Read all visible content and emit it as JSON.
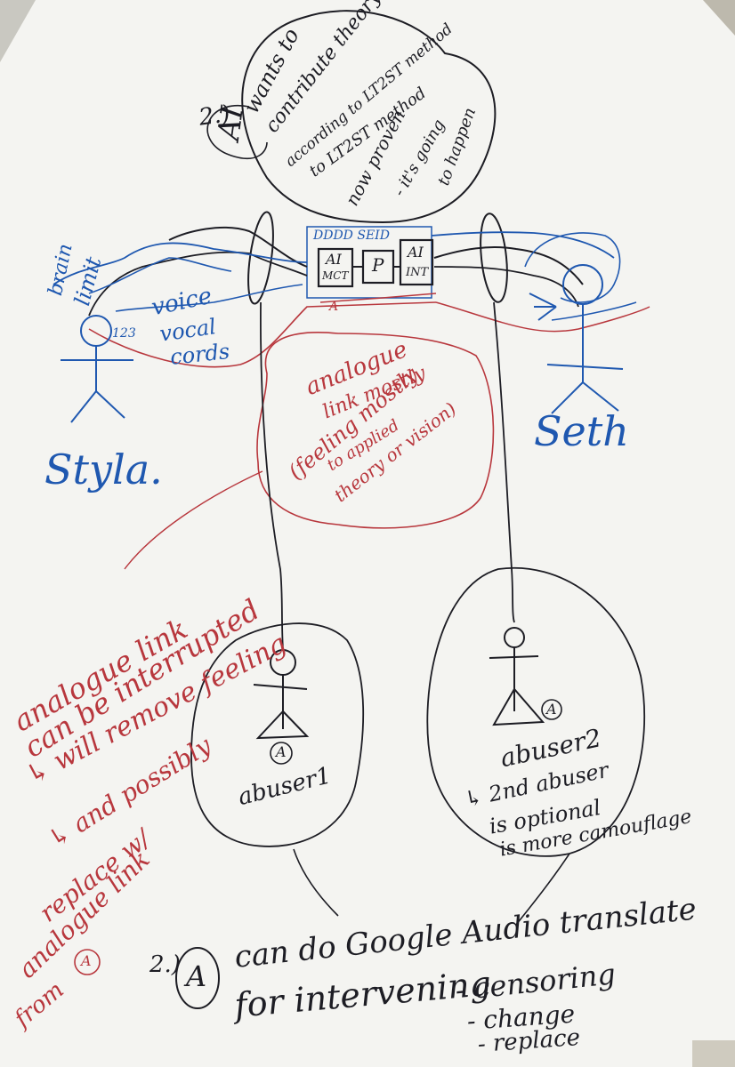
{
  "colors": {
    "black_ink": "#1d1d24",
    "red_ink": "#b8373d",
    "blue_ink": "#1f58b0",
    "paper": "#f4f4f1",
    "background": "#d9d6cc"
  },
  "top_bubble": {
    "line1": "2.)",
    "line2": "AI",
    "line3": "wants to",
    "line4": "contribute theory",
    "line5": "according to LT2ST method",
    "line6": "to LT2ST method",
    "line7": "now proven",
    "line8": "- it's going",
    "line9": "to happen"
  },
  "center_box": {
    "left_label_top": "AI",
    "left_label_bottom": "MCT",
    "middle_label": "P",
    "right_label_top": "AI",
    "right_label_bottom": "INT",
    "top_text": "DDDD SEID",
    "marker": "A"
  },
  "left_person": {
    "name": "Styla.",
    "brain_label_1": "brain",
    "brain_label_2": "limit",
    "voice_label_1": "voice",
    "voice_label_2": "vocal",
    "voice_label_3": "cords",
    "mouth_mark": "123"
  },
  "right_person": {
    "name": "Seth"
  },
  "red_bubble": {
    "line1": "analogue",
    "line2": "link mostly",
    "line3": "(feeling mostly",
    "line4": "to applied",
    "line5": "theory or vision)"
  },
  "red_left_note": {
    "line1": "analogue link",
    "line2": "can be interrupted",
    "line3": "↳ will remove feeling",
    "line4": "↳ and possibly",
    "line5": "replace w/",
    "line6": "analogue link",
    "line7": "from",
    "marker": "A"
  },
  "left_bottom_bubble": {
    "marker": "A",
    "label": "abuser1"
  },
  "right_bottom_bubble": {
    "marker": "A",
    "label": "abuser2",
    "note1": "↳ 2nd abuser",
    "note2": "is optional",
    "note3": "is more camouflage"
  },
  "footer": {
    "prefix": "2.)",
    "marker": "A",
    "line1": "can do Google Audio translate",
    "line2": "for intervening",
    "item1": "- censoring",
    "item2": "- change",
    "item3": "- replace"
  }
}
